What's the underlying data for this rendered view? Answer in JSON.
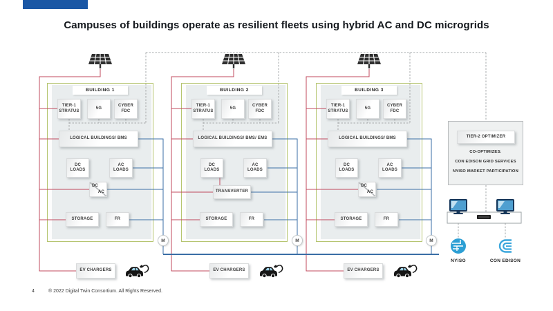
{
  "slide": {
    "title": "Campuses of buildings operate as resilient fleets using hybrid AC and DC microgrids",
    "page_number": "4",
    "copyright": "® 2022 Digital Twin Consortium. All Rights Reserved."
  },
  "buildings": [
    {
      "name": "BUILDING 1",
      "tier1": "TIER-1 STRATUS",
      "five_g": "5G",
      "cyber": "CYBER FDC",
      "logical": "LOGICAL BUILDINGS/ BMS",
      "dc_loads": "DC LOADS",
      "ac_loads": "AC LOADS",
      "converter_dc": "DC",
      "converter_ac": "AC",
      "storage": "STORAGE",
      "fr": "FR",
      "meter": "M",
      "ev_chargers": "EV CHARGERS"
    },
    {
      "name": "BUILDING 2",
      "tier1": "TIER-1 STRATUS",
      "five_g": "5G",
      "cyber": "CYBER FDC",
      "logical": "LOGICAL BUILDINGS/ BMS/ EMS",
      "dc_loads": "DC LOADS",
      "ac_loads": "AC LOADS",
      "transverter": "TRANSVERTER",
      "storage": "STORAGE",
      "fr": "FR",
      "meter": "M",
      "ev_chargers": "EV CHARGERS"
    },
    {
      "name": "BUILDING 3",
      "tier1": "TIER-1 STRATUS",
      "five_g": "5G",
      "cyber": "CYBER FDC",
      "logical": "LOGICAL BUILDINGS/ BMS",
      "dc_loads": "DC LOADS",
      "ac_loads": "AC LOADS",
      "converter_dc": "DC",
      "converter_ac": "AC",
      "storage": "STORAGE",
      "fr": "FR",
      "meter": "M",
      "ev_chargers": "EV CHARGERS"
    }
  ],
  "optimizer": {
    "title": "TIER-2 OPTIMIZER",
    "line1": "CO-OPTIMIZES:",
    "line2": "CON EDISON GRID SERVICES",
    "line3": "NYISO MARKET PARTICIPATION"
  },
  "markets": {
    "nyiso": "NYISO",
    "con_edison": "CON EDISON"
  },
  "icons": {
    "solar_panel": "solar-panel-icon",
    "ev_car": "ev-car-icon",
    "monitor": "monitor-icon",
    "keyboard": "keyboard-icon",
    "nyiso_logo": "nyiso-logo-icon",
    "con_edison_logo": "con-edison-logo-icon"
  },
  "colors": {
    "dc_bus": "#c0485c",
    "ac_bus": "#3a6ea5",
    "comm_line": "#a6a9ab",
    "building_border": "#b5c570",
    "brand_bar": "#1a57a5",
    "logo_blue": "#2d9fd4"
  }
}
